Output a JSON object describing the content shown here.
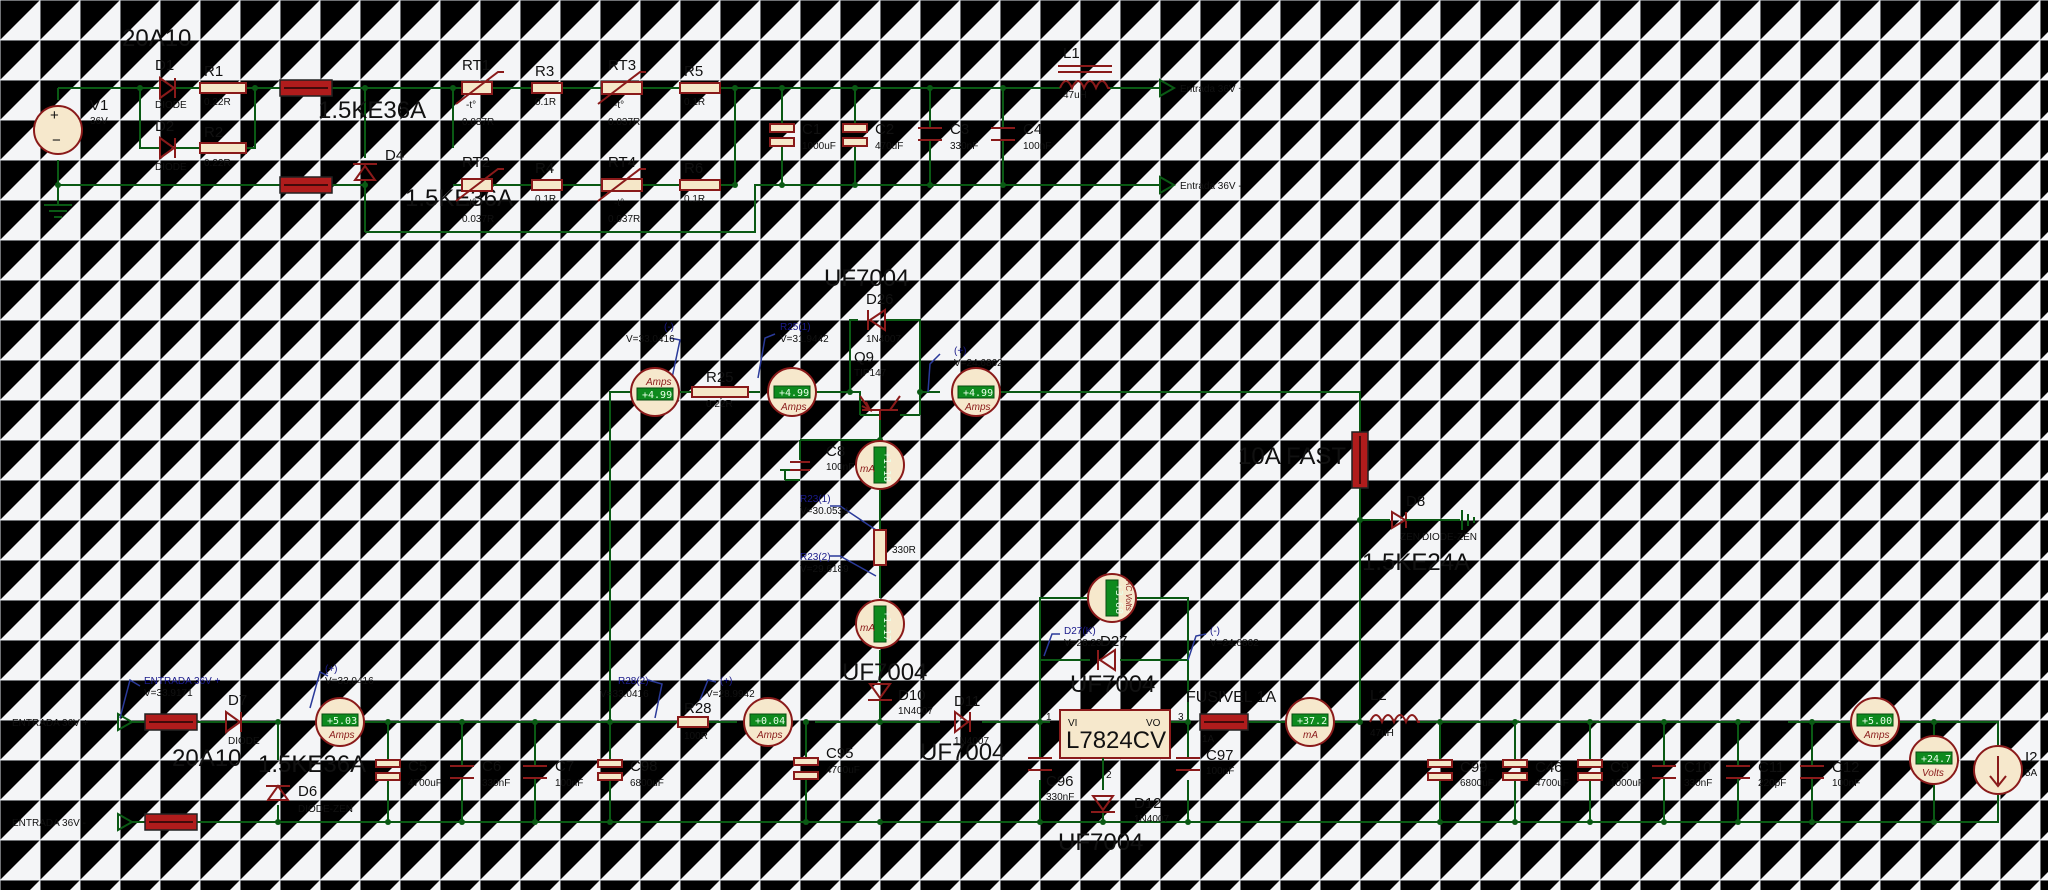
{
  "top": {
    "source": {
      "ref": "V1",
      "value": "36V",
      "plus": "+",
      "minus": "−"
    },
    "d1": {
      "ref": "D1",
      "type": "DIODE"
    },
    "d2": {
      "ref": "D2",
      "type": "DIODE"
    },
    "r1": {
      "ref": "R1",
      "value": "0.22R"
    },
    "r2": {
      "ref": "R2",
      "value": "0.22R"
    },
    "label_20a10": "20A10",
    "label_tvs1": "1.5KE36A",
    "label_tvs2": "1.5KE36A",
    "d4": {
      "ref": "D4"
    },
    "rt1": {
      "ref": "RT1",
      "value": "0.037R",
      "t": "-t°"
    },
    "rt2": {
      "ref": "RT2",
      "value": "0.037R",
      "t": "-t°"
    },
    "rt3": {
      "ref": "RT3",
      "value": "0.037R",
      "t": "-t°"
    },
    "rt4": {
      "ref": "RT4",
      "value": "0.037R",
      "t": "-t°"
    },
    "r3": {
      "ref": "R3",
      "value": "0.1R"
    },
    "r4": {
      "ref": "R4",
      "value": "0.1R"
    },
    "r5": {
      "ref": "R5",
      "value": "0.1R"
    },
    "r6": {
      "ref": "R6",
      "value": "0.1R"
    },
    "c1": {
      "ref": "C1",
      "value": "1000uF"
    },
    "c2": {
      "ref": "C2",
      "value": "470uF"
    },
    "c3": {
      "ref": "C3",
      "value": "330nF"
    },
    "c4": {
      "ref": "C4",
      "value": "100nF"
    },
    "l1": {
      "ref": "L1",
      "value": "47uH"
    },
    "out_pos": "Entrada 36V +",
    "out_neg": "Entrada 36V -"
  },
  "bottom": {
    "in_pos": "ENTRADA 36V +",
    "in_neg": "ENTRADA 36V -",
    "probe_in": {
      "name": "ENTRADA 36V +",
      "value": "V=33.9171"
    },
    "d7": {
      "ref": "D7",
      "type": "DIODE"
    },
    "label_20a10": "20A10",
    "label_tvs": "1.5KE36A",
    "d6": {
      "ref": "D6",
      "type": "DIODE-ZEN"
    },
    "probe_plus1": {
      "name": "(+)",
      "value": "V=33.0416"
    },
    "meter1": {
      "reading": "+5.03",
      "unit": "Amps"
    },
    "c5": {
      "ref": "C5",
      "value": "4700uF"
    },
    "c6": {
      "ref": "C6",
      "value": "330nF"
    },
    "c7": {
      "ref": "C7",
      "value": "100nF"
    },
    "c98": {
      "ref": "C98",
      "value": "6800uF"
    },
    "probe_r28_2": {
      "name": "R28(2)",
      "value": "V=33.0416"
    },
    "probe_plus2": {
      "name": "(+)",
      "value": "V=28.9942"
    },
    "r28": {
      "ref": "R28",
      "value": "100R"
    },
    "meter2": {
      "reading": "+0.04",
      "unit": "Amps"
    },
    "c95": {
      "ref": "C95",
      "value": "4700uF"
    },
    "probe_minus_top": {
      "name": "(-)",
      "value": "V=33.0416"
    },
    "meter3": {
      "reading": "+4.99",
      "unit": "Amps"
    },
    "r25": {
      "ref": "R25",
      "value": "0.22R"
    },
    "probe_r25": {
      "name": "R25(1)",
      "value": "V=31.9442"
    },
    "meter4": {
      "reading": "+4.99",
      "unit": "Amps"
    },
    "label_uf_d26": "UF7004",
    "d26": {
      "ref": "D26",
      "type": "1N4007"
    },
    "q9": {
      "ref": "Q9",
      "type": "TIP147"
    },
    "probe_plus3": {
      "name": "(+)",
      "value": "V=24.6862"
    },
    "meter5": {
      "reading": "+4.99",
      "unit": "Amps"
    },
    "c8": {
      "ref": "C8",
      "value": "100nF"
    },
    "meter6": {
      "reading": "+1.18",
      "unit": "mA"
    },
    "probe_r23_1": {
      "name": "R23(1)",
      "value": "V=30.0534"
    },
    "r23": {
      "value": "330R"
    },
    "probe_r23_2": {
      "name": "R23(2)",
      "value": "V=29.6189"
    },
    "meter7": {
      "reading": "+1.17",
      "unit": "mA"
    },
    "label_uf_d10": "UF7004",
    "d10": {
      "ref": "D10",
      "type": "1N4007"
    },
    "d11": {
      "ref": "D11",
      "type": "1N4007"
    },
    "label_uf_d11": "UF7004",
    "voltmeter_ac": {
      "reading": "+3.68",
      "unit": "AC Volts"
    },
    "probe_d27": {
      "name": "D27(K)",
      "value": "V=28.23"
    },
    "d27": {
      "ref": "D27"
    },
    "label_uf_d27": "UF7004",
    "probe_minus2": {
      "name": "(-)",
      "value": "V=24.6862"
    },
    "reg": {
      "ref": "L7824CV",
      "vi": "VI",
      "vo": "VO",
      "pin1": "1",
      "pin2": "2",
      "pin3": "3"
    },
    "c96": {
      "ref": "C96",
      "value": "330nF"
    },
    "c97": {
      "ref": "C97",
      "value": "100nF"
    },
    "d12": {
      "ref": "D12",
      "type": "1N4007"
    },
    "label_uf_d12": "UF7004",
    "fuse1": {
      "label": "FUSIVEL 1A",
      "value": "1A"
    },
    "meter8": {
      "reading": "+37.2",
      "unit": "mA"
    },
    "fuse10": "10A FAST",
    "d8": {
      "ref": "D8",
      "type": "DIODE-ZEN",
      "overlap": "ZEN"
    },
    "label_tvs24": "1.5KE24A",
    "l2": {
      "ref": "L2",
      "value": "47uH"
    },
    "c99": {
      "ref": "C99",
      "value": "6800uF"
    },
    "c46": {
      "ref": "C46",
      "value": "4700uF"
    },
    "c9": {
      "ref": "C9",
      "value": "1000uF"
    },
    "c10": {
      "ref": "C10",
      "value": "330nF"
    },
    "c11": {
      "ref": "C11",
      "value": "220pF"
    },
    "c12": {
      "ref": "C12",
      "value": "100nF"
    },
    "meter9": {
      "reading": "+5.00",
      "unit": "Amps"
    },
    "voltmeter_out": {
      "reading": "+24.7",
      "unit": "Volts"
    },
    "i2": {
      "ref": "I2",
      "value": "5A"
    }
  }
}
